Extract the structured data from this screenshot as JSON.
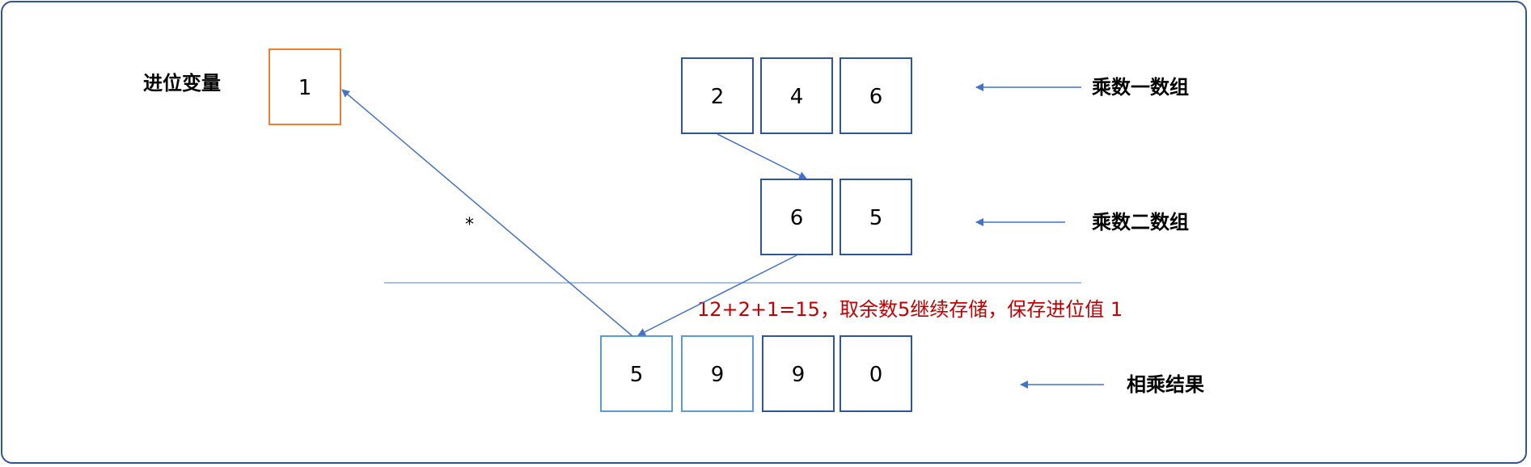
{
  "carry_variable": {
    "label": "进位变量",
    "value": "1"
  },
  "multiplicand": {
    "label": "乘数一数组",
    "digits": [
      "2",
      "4",
      "6"
    ]
  },
  "multiplier": {
    "label": "乘数二数组",
    "digits": [
      "6",
      "5"
    ]
  },
  "result": {
    "label": "相乘结果",
    "digits": [
      "5",
      "9",
      "9",
      "0"
    ]
  },
  "operator": "*",
  "note": "12+2+1=15，取余数5继续存储，保存进位值 1",
  "colors": {
    "frame": "#2F5597",
    "box_stroke": "#4472C4",
    "carry_box_stroke": "#ED7D31",
    "arrow": "#4472C4",
    "note": "#C00000",
    "divider": "#8FAADC"
  }
}
